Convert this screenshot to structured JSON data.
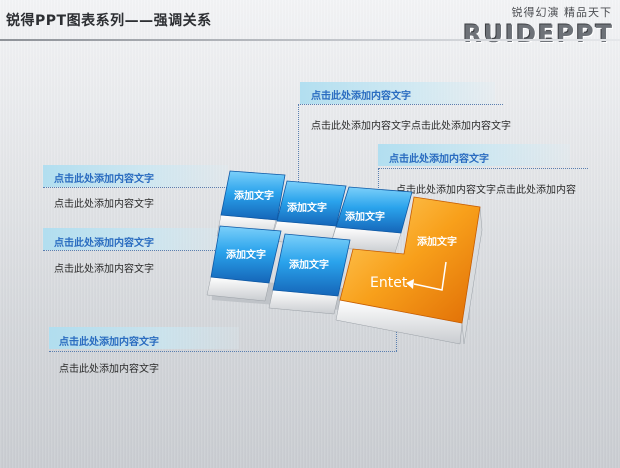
{
  "header": {
    "title": "锐得PPT图表系列——强调关系",
    "slogan": "锐得幻演  精品天下",
    "brand": "RUIDEPPT"
  },
  "callouts": [
    {
      "title": "点击此处添加内容文字",
      "desc": "点击此处添加内容文字点击此处添加内容文字"
    },
    {
      "title": "点击此处添加内容文字",
      "desc": "点击此处添加内容文字点击此处添加内容"
    },
    {
      "title": "点击此处添加内容文字",
      "desc": "点击此处添加内容文字"
    },
    {
      "title": "点击此处添加内容文字",
      "desc": "点击此处添加内容文字"
    },
    {
      "title": "点击此处添加内容文字",
      "desc": "点击此处添加内容文字"
    }
  ],
  "keys": {
    "k1": "添加文字",
    "k2": "添加文字",
    "k3": "添加文字",
    "k4": "添加文字",
    "k5": "添加文字",
    "enter_top": "添加文字",
    "enter_main": "Entet"
  },
  "colors": {
    "key_blue": "#1e8fd8",
    "key_orange": "#f28a10",
    "title_blue": "#2a6cc0"
  }
}
